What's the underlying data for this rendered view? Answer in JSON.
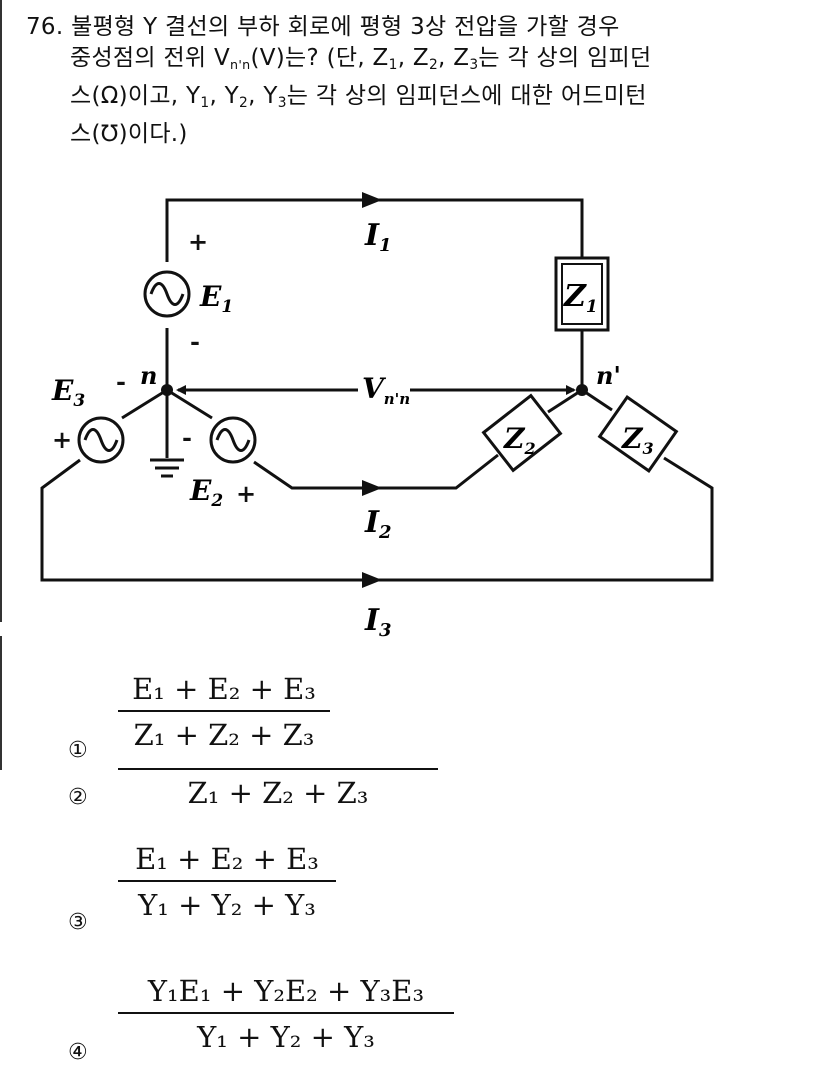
{
  "question": {
    "number": "76.",
    "line1": "불평형 Y 결선의 부하 회로에 평형 3상 전압을 가할 경우",
    "line2_a": "중성점의 전위 V",
    "line2_sub": "n'n",
    "line2_b": "(V)는? (단, Z",
    "line2_c": ", Z",
    "line2_d": ", Z",
    "line2_e": "는 각 상의 임피던",
    "line3_a": "스(Ω)이고, Y",
    "line3_b": ", Y",
    "line3_c": ", Y",
    "line3_d": "는 각 상의 임피던스에 대한 어드미턴",
    "line4": "스(℧)이다.)",
    "sub1": "1",
    "sub2": "2",
    "sub3": "3"
  },
  "circuit": {
    "I1": "I",
    "I1_sub": "1",
    "I2": "I",
    "I2_sub": "2",
    "I3": "I",
    "I3_sub": "3",
    "E1": "E",
    "E1_sub": "1",
    "E2": "E",
    "E2_sub": "2",
    "E3": "E",
    "E3_sub": "3",
    "Z1": "Z",
    "Z1_sub": "1",
    "Z2": "Z",
    "Z2_sub": "2",
    "Z3": "Z",
    "Z3_sub": "3",
    "n": "n",
    "n_prime": "n'",
    "V": "V",
    "V_sub": "n'n",
    "plus": "+",
    "minus": "-"
  },
  "options": [
    {
      "mark": "①",
      "num": "E₁ + E₂ + E₃",
      "den": "Z₁ + Z₂ + Z₃"
    },
    {
      "mark": "②",
      "num": "Z₁ + Z₂ + Z₃",
      "den": ""
    },
    {
      "mark": "③",
      "num": "E₁ + E₂ + E₃",
      "den": "Y₁ + Y₂ + Y₃"
    },
    {
      "mark": "④",
      "num": "Y₁E₁ + Y₂E₂ + Y₃E₃",
      "den": "Y₁ + Y₂ + Y₃"
    }
  ]
}
